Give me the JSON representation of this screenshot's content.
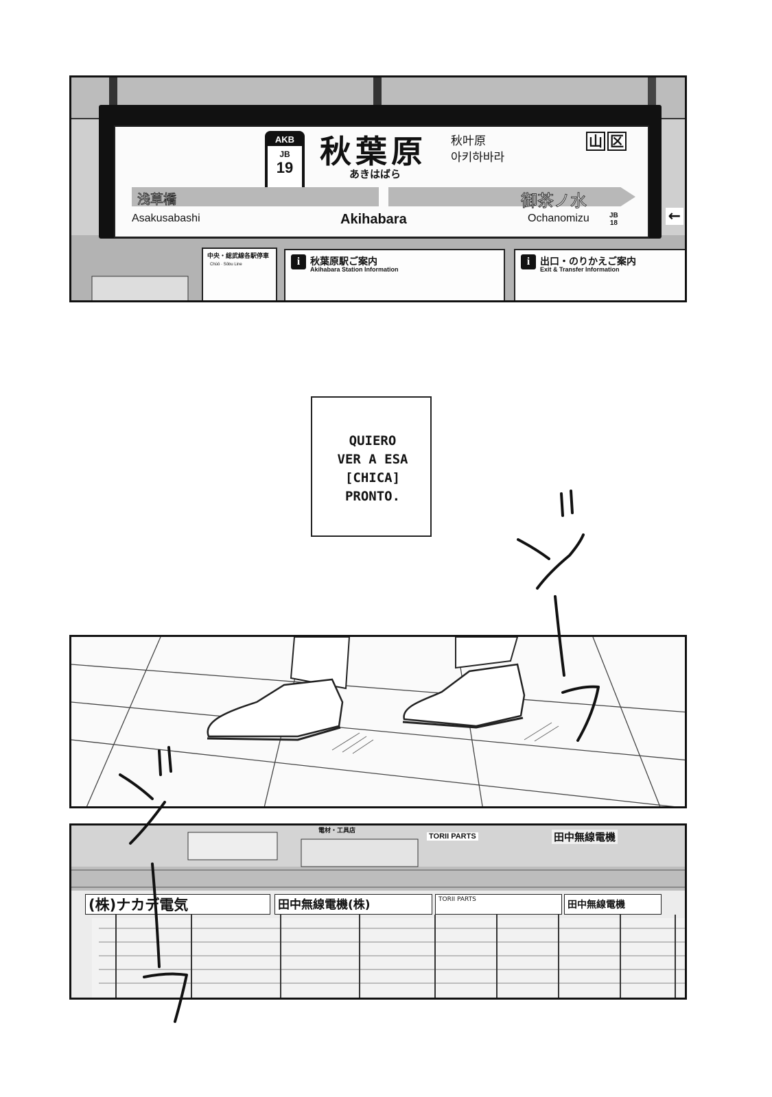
{
  "station_sign": {
    "code_line_top": "AKB",
    "code_line": "JB",
    "code_number": "19",
    "name_kanji": "秋葉原",
    "name_hiragana": "あきはばら",
    "name_chinese": "秋叶原",
    "name_korean": "아키하바라",
    "area_marks": [
      "山",
      "区"
    ],
    "prev_station_kanji": "浅草橋",
    "next_station_kanji": "御茶ノ水",
    "prev_station_roman": "Asakusabashi",
    "station_roman": "Akihabara",
    "next_station_roman": "Ochanomizu",
    "next_code_line": "JB",
    "next_code_number": "18",
    "exit_arrow": "←"
  },
  "info_boards": {
    "line_board_title": "中央・総武線各駅停車",
    "line_board_sub": "Chūō · Sōbu Line",
    "station_info_title": "秋葉原駅ご案内",
    "station_info_sub": "Akihabara Station Information",
    "exit_info_title": "出口・のりかえご案内",
    "exit_info_sub": "Exit & Transfer Information",
    "info_icon": "i"
  },
  "caption": {
    "lines": [
      "QUIERO",
      "VER A ESA",
      "[CHICA]",
      "PRONTO."
    ]
  },
  "shop_signs": {
    "nakade": "(株)ナカデ電気",
    "tanaka": "田中無線電機(株)",
    "torii": "TORII PARTS",
    "tanaka_right": "田中無線電機",
    "tools": "電材・工具店",
    "torii_small": "TORII PARTS",
    "tanaka_upper": "田中無線電機"
  },
  "sfx": {
    "first": "ジーワ",
    "second": "ジーワ"
  }
}
